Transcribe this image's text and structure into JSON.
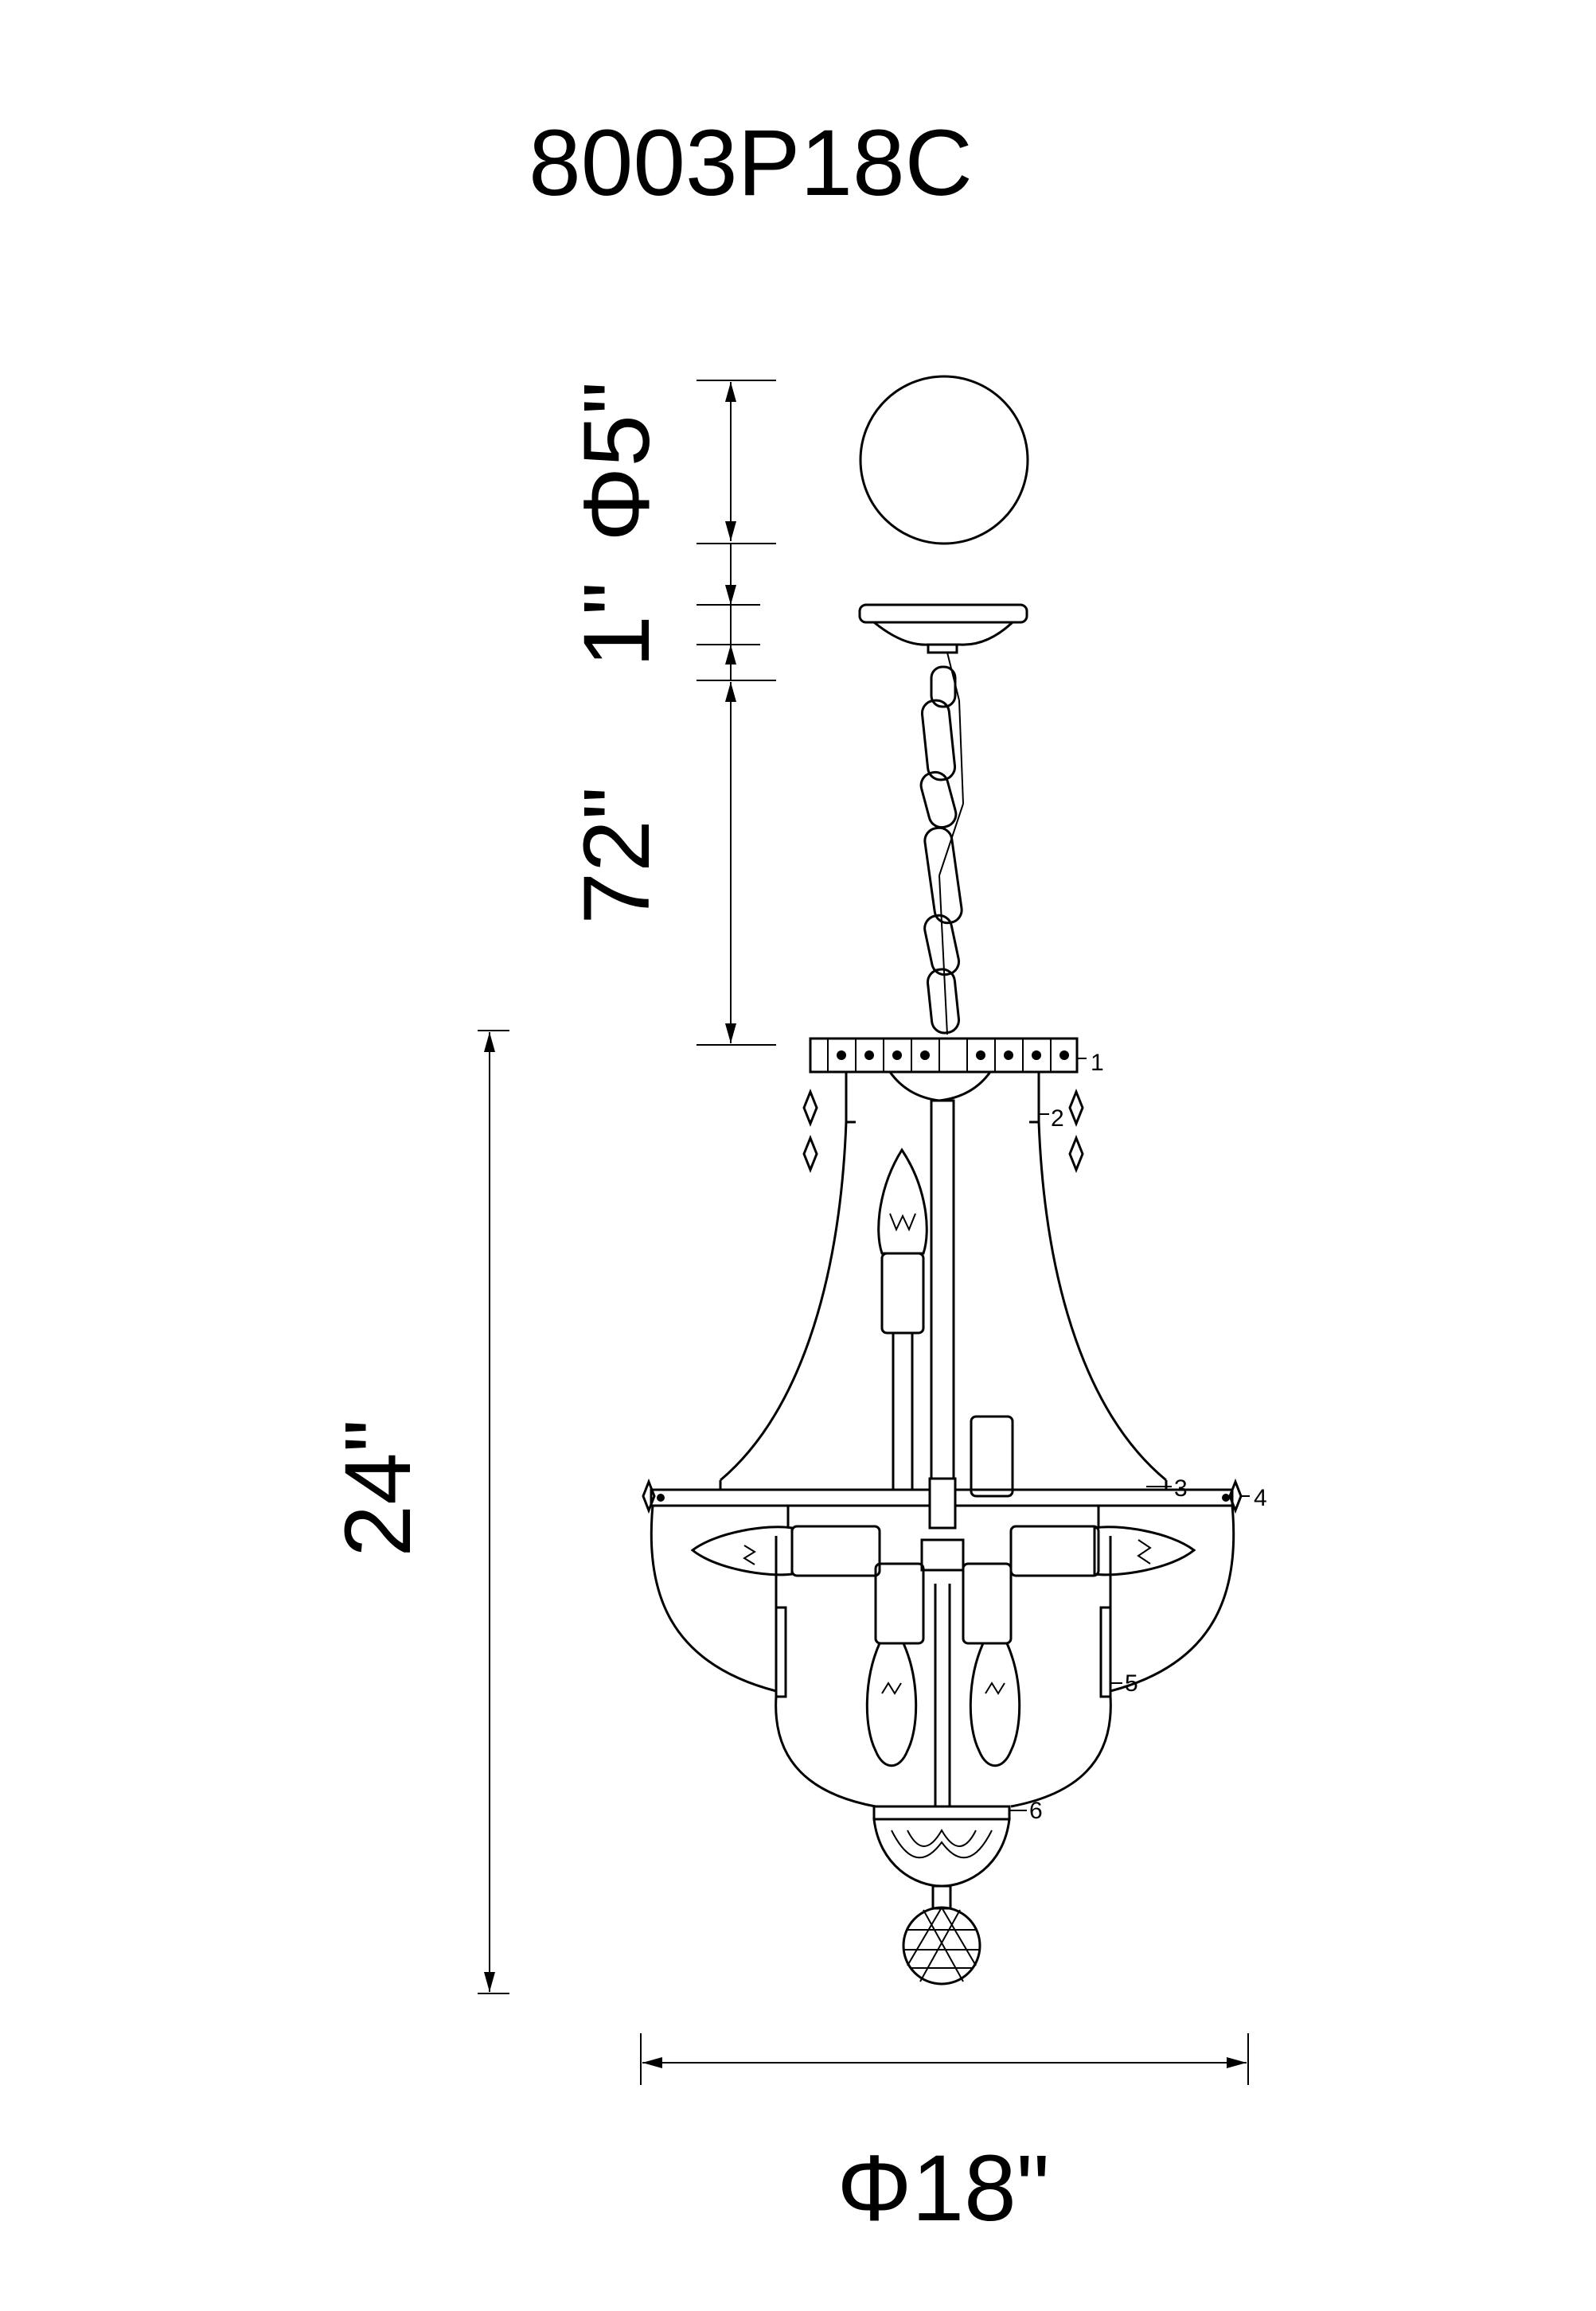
{
  "title": "8003P18C",
  "dimensions": {
    "canopy_diameter": "Φ5\"",
    "canopy_height": "1\"",
    "chain_length": "72\"",
    "fixture_height": "24\"",
    "fixture_diameter": "Φ18\""
  },
  "part_callouts": [
    "1",
    "2",
    "3",
    "4",
    "5",
    "6"
  ]
}
